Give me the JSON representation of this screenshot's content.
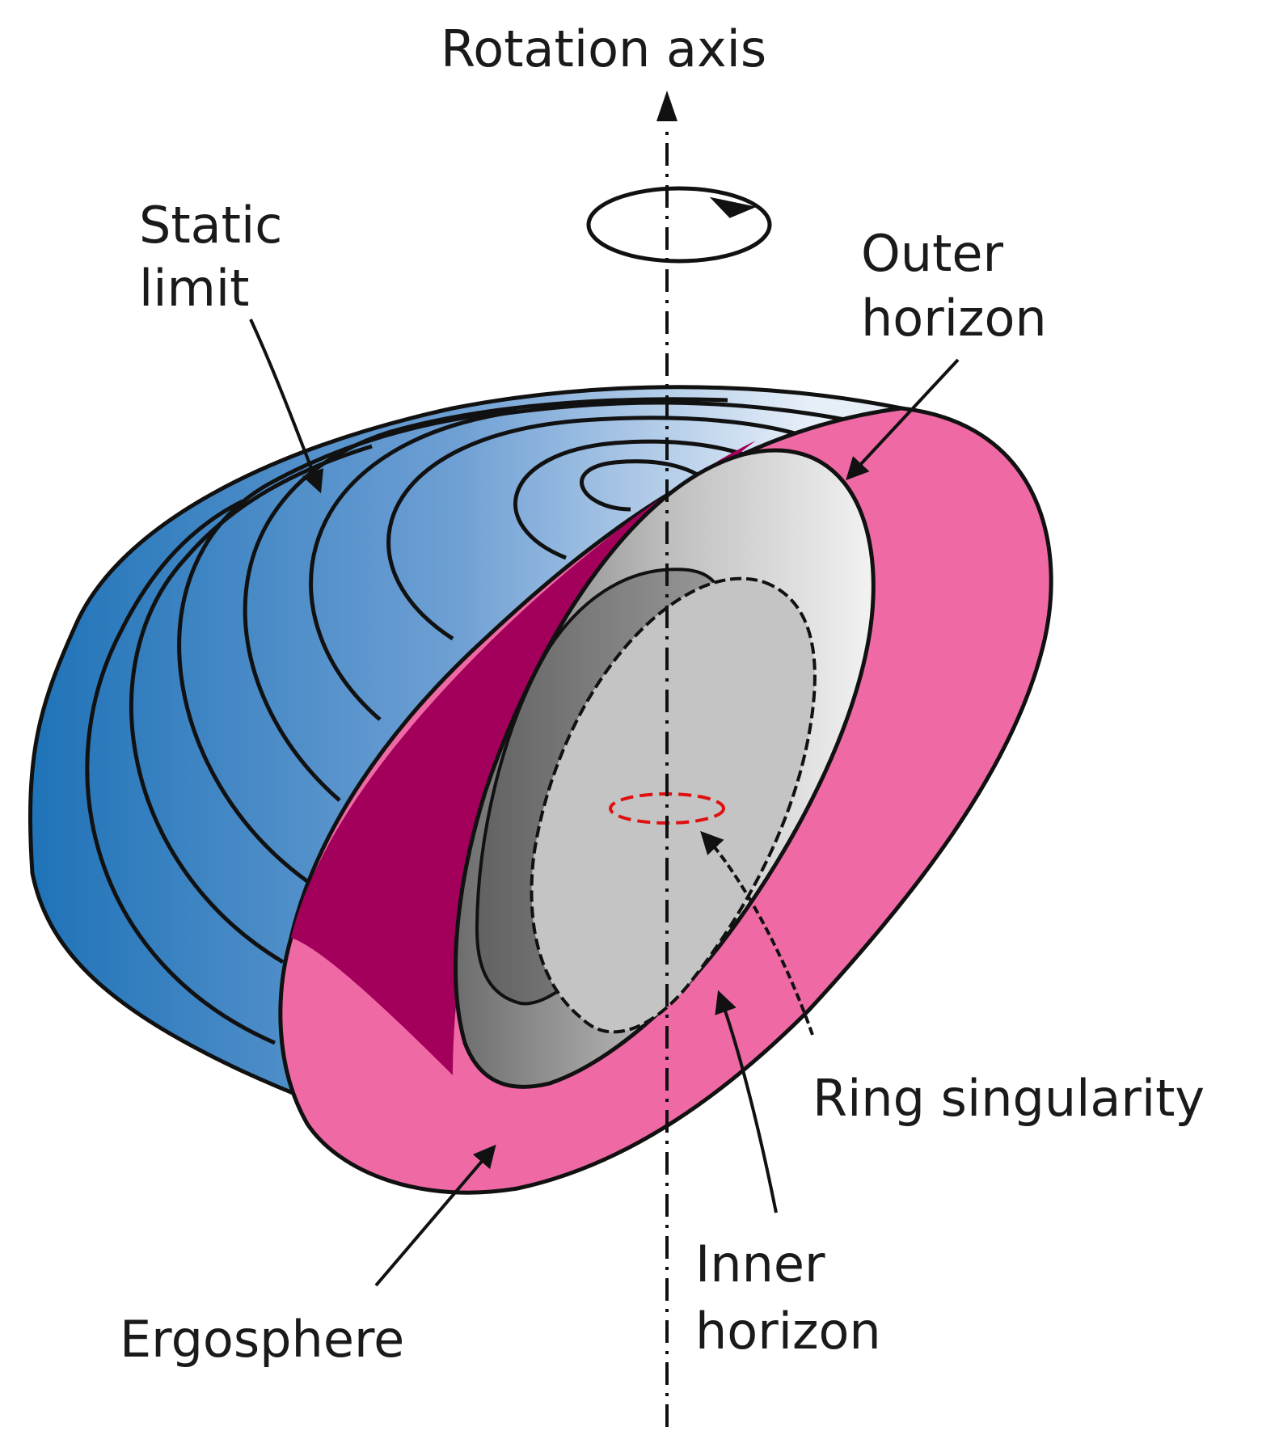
{
  "labels": {
    "rotation_axis": "Rotation axis",
    "static_limit_line1": "Static",
    "static_limit_line2": "limit",
    "outer_horizon_line1": "Outer",
    "outer_horizon_line2": "horizon",
    "ring_singularity": "Ring singularity",
    "inner_horizon_line1": "Inner",
    "inner_horizon_line2": "horizon",
    "ergosphere": "Ergosphere"
  },
  "colors": {
    "static_limit_surface_dark": "#1f73b8",
    "static_limit_surface_light": "#dde7f4",
    "ergosphere_pink": "#ef6aa5",
    "ergosphere_magenta": "#a3005c",
    "outer_horizon_gray": "#c8c8c8",
    "inner_horizon_gray": "#bdbdbd",
    "ring_singularity": "#e01010",
    "outline": "#111111"
  }
}
